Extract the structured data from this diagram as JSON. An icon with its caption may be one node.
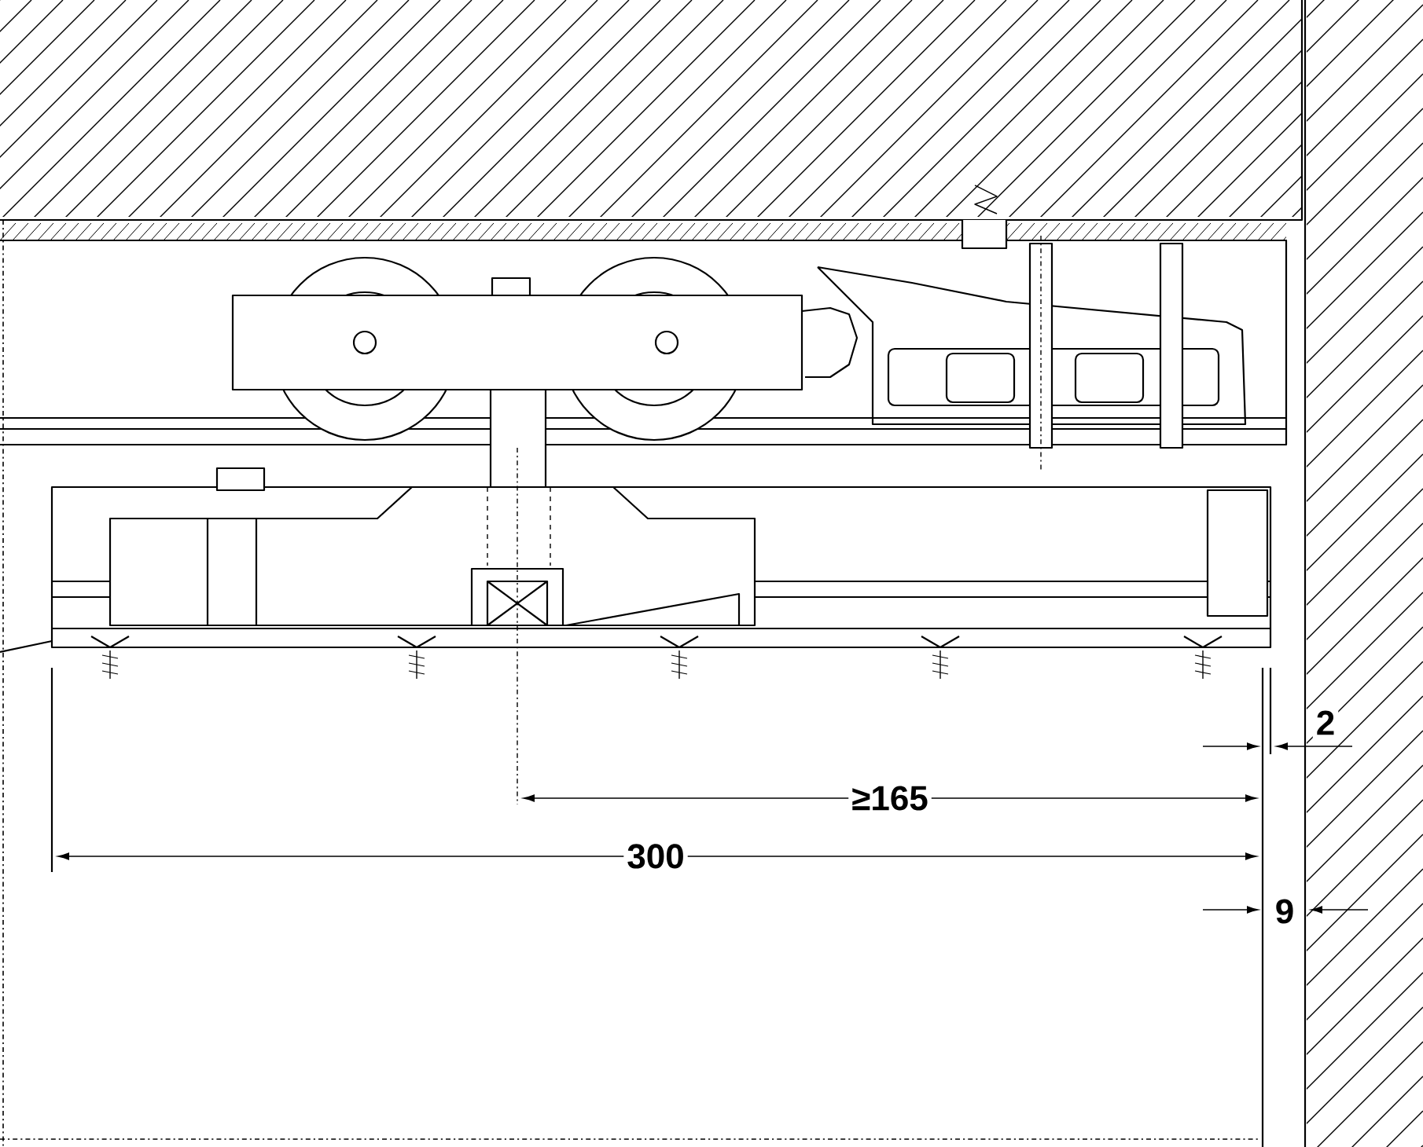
{
  "diagram": {
    "labels": [
      "2",
      "≥165",
      "300",
      "9"
    ]
  }
}
